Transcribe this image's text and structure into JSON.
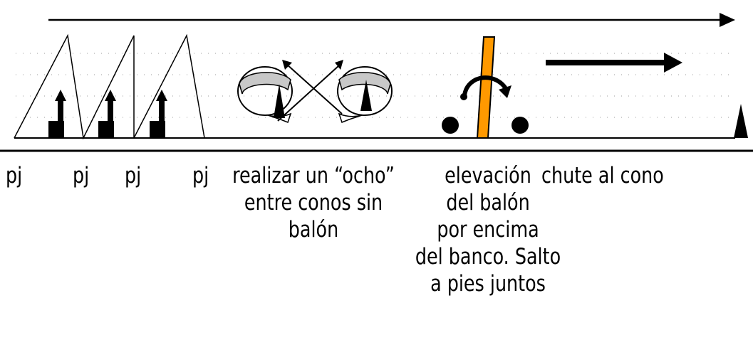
{
  "labels": {
    "pj_1": "pj",
    "pj_2": "pj",
    "pj_3": "pj",
    "pj_4": "pj",
    "ocho": "realizar un “ocho”\nentre conos sin\nbalón",
    "elevacion": "elevación\ndel balón\npor encima\ndel banco. Salto\na pies juntos",
    "chute": "chute al cono"
  },
  "colors": {
    "ink": "#000000",
    "bench": "#ff9900",
    "swirl": "#c8c8c8",
    "dots": "#bdbdbd"
  }
}
